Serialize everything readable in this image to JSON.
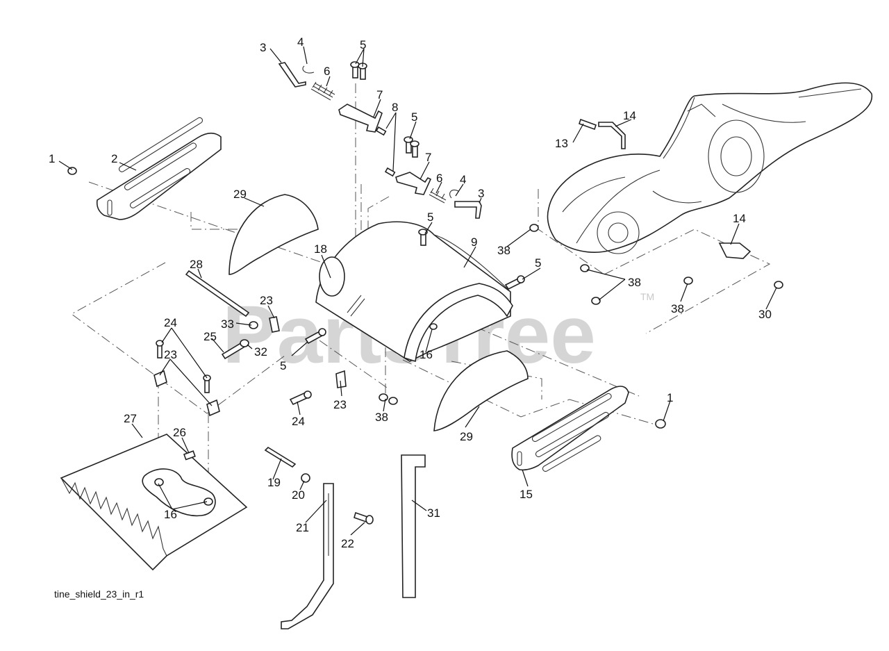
{
  "diagram": {
    "caption": "tine_shield_23_in_r1",
    "watermark": "PartsTree",
    "trademark": "TM",
    "labels": {
      "l_1a": "1",
      "l_2": "2",
      "l_3a": "3",
      "l_4a": "4",
      "l_5a": "5",
      "l_6a": "6",
      "l_7a": "7",
      "l_8": "8",
      "l_5b": "5",
      "l_7b": "7",
      "l_6b": "6",
      "l_4b": "4",
      "l_3b": "3",
      "l_13": "13",
      "l_14a": "14",
      "l_29a": "29",
      "l_5c": "5",
      "l_9": "9",
      "l_18": "18",
      "l_28": "28",
      "l_38a": "38",
      "l_14b": "14",
      "l_5d": "5",
      "l_38b": "38",
      "l_38c": "38",
      "l_30": "30",
      "l_23a": "23",
      "l_24a": "24",
      "l_33": "33",
      "l_25": "25",
      "l_32": "32",
      "l_5e": "5",
      "l_16a": "16",
      "l_23b": "23",
      "l_23c": "23",
      "l_24b": "24",
      "l_38d": "38",
      "l_29b": "29",
      "l_1b": "1",
      "l_27": "27",
      "l_26": "26",
      "l_19": "19",
      "l_20": "20",
      "l_21": "21",
      "l_22": "22",
      "l_31": "31",
      "l_15": "15",
      "l_16b": "16"
    }
  }
}
